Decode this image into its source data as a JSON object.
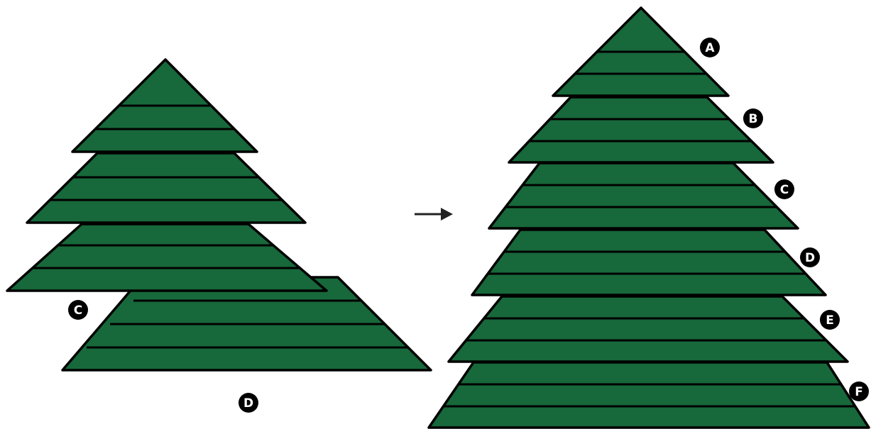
{
  "colors": {
    "tier_fill": "#17683a",
    "stroke": "#000000",
    "label_bg": "#000000",
    "label_text": "#ffffff",
    "background": "#ffffff"
  },
  "left_figure": {
    "labels": [
      "C",
      "D"
    ]
  },
  "arrow": {
    "icon": "right-arrow-icon"
  },
  "right_figure": {
    "labels": [
      "A",
      "B",
      "C",
      "D",
      "E",
      "F"
    ]
  }
}
